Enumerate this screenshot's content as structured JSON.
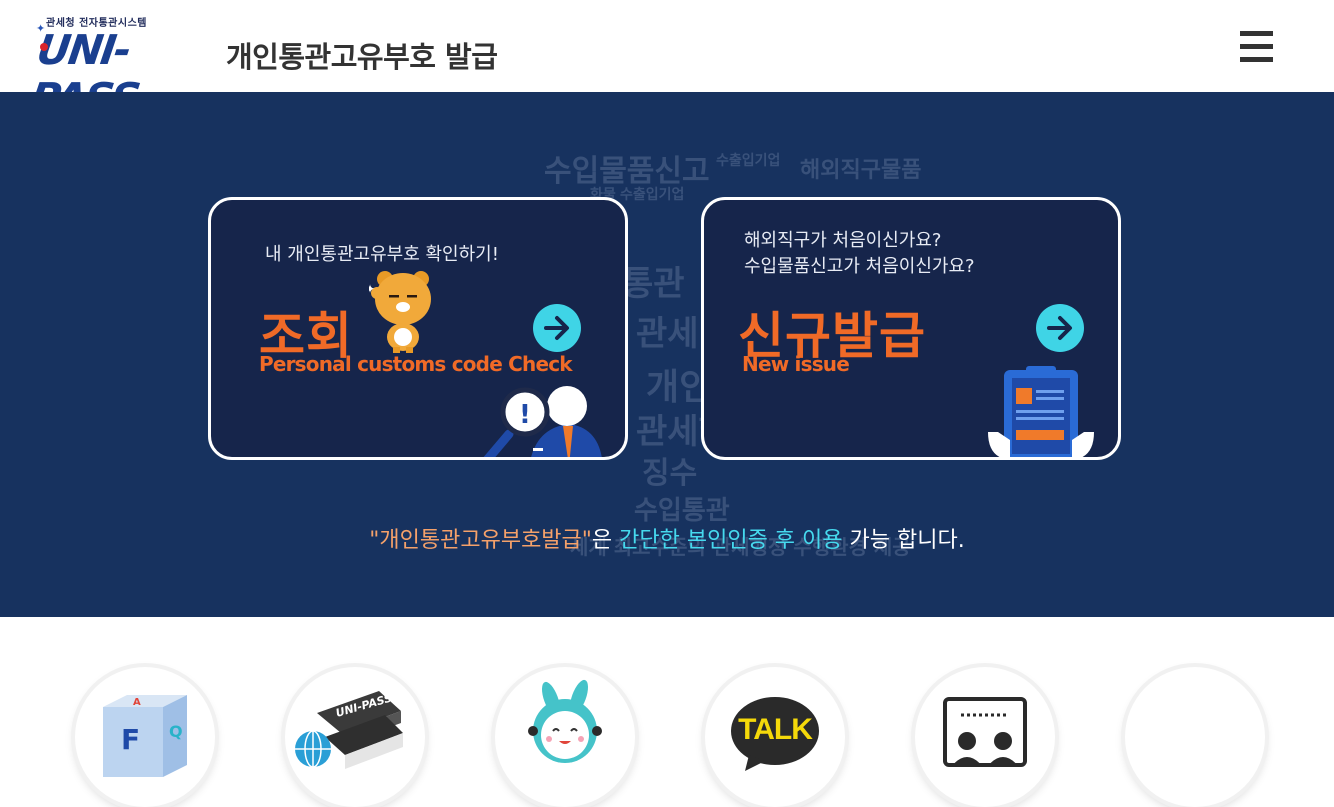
{
  "header": {
    "logo_top": "관세청 전자통관시스템",
    "logo_main": "UNI-PASS",
    "site_title": "개인통관고유부호 발급",
    "menu_icon": "hamburger-menu-icon"
  },
  "hero": {
    "background_color": "#17325f",
    "word_cloud": [
      "수입물품신고",
      "수출입기업",
      "해외직구물품",
      "화물",
      "수출입기업",
      "통관",
      "관세",
      "개인",
      "관세행정",
      "징수",
      "수입통관",
      "세계 최고수준의 관세행정 수행환경 제공"
    ],
    "cards": [
      {
        "id": "lookup",
        "subtitle_lines": [
          "내 개인통관고유부호 확인하기!"
        ],
        "title": "조회",
        "subtitle_en": "Personal customs code Check",
        "action_icon": "arrow-right-icon",
        "illustration": "search-person-icon"
      },
      {
        "id": "new-issue",
        "subtitle_lines": [
          "해외직구가 처음이신가요?",
          "수입물품신고가 처음이신가요?"
        ],
        "title": "신규발급",
        "subtitle_en": "New issue",
        "action_icon": "arrow-right-icon",
        "illustration": "clipboard-document-icon"
      }
    ],
    "caption": {
      "part1": "\"개인통관고유부호발급\"",
      "part2": "은 ",
      "part3": "간단한 본인인증 후 이용",
      "part4": " 가능 합니다."
    },
    "accent_orange": "#f06a27",
    "accent_cyan": "#3fd4e6"
  },
  "quick_links": [
    {
      "icon": "faq-cube-icon"
    },
    {
      "icon": "unipass-books-globe-icon"
    },
    {
      "icon": "mascot-rabbit-icon"
    },
    {
      "icon": "kakaotalk-icon",
      "label": "TALK"
    },
    {
      "icon": "counseling-people-icon"
    },
    {
      "icon": "blank-circle-icon"
    }
  ]
}
